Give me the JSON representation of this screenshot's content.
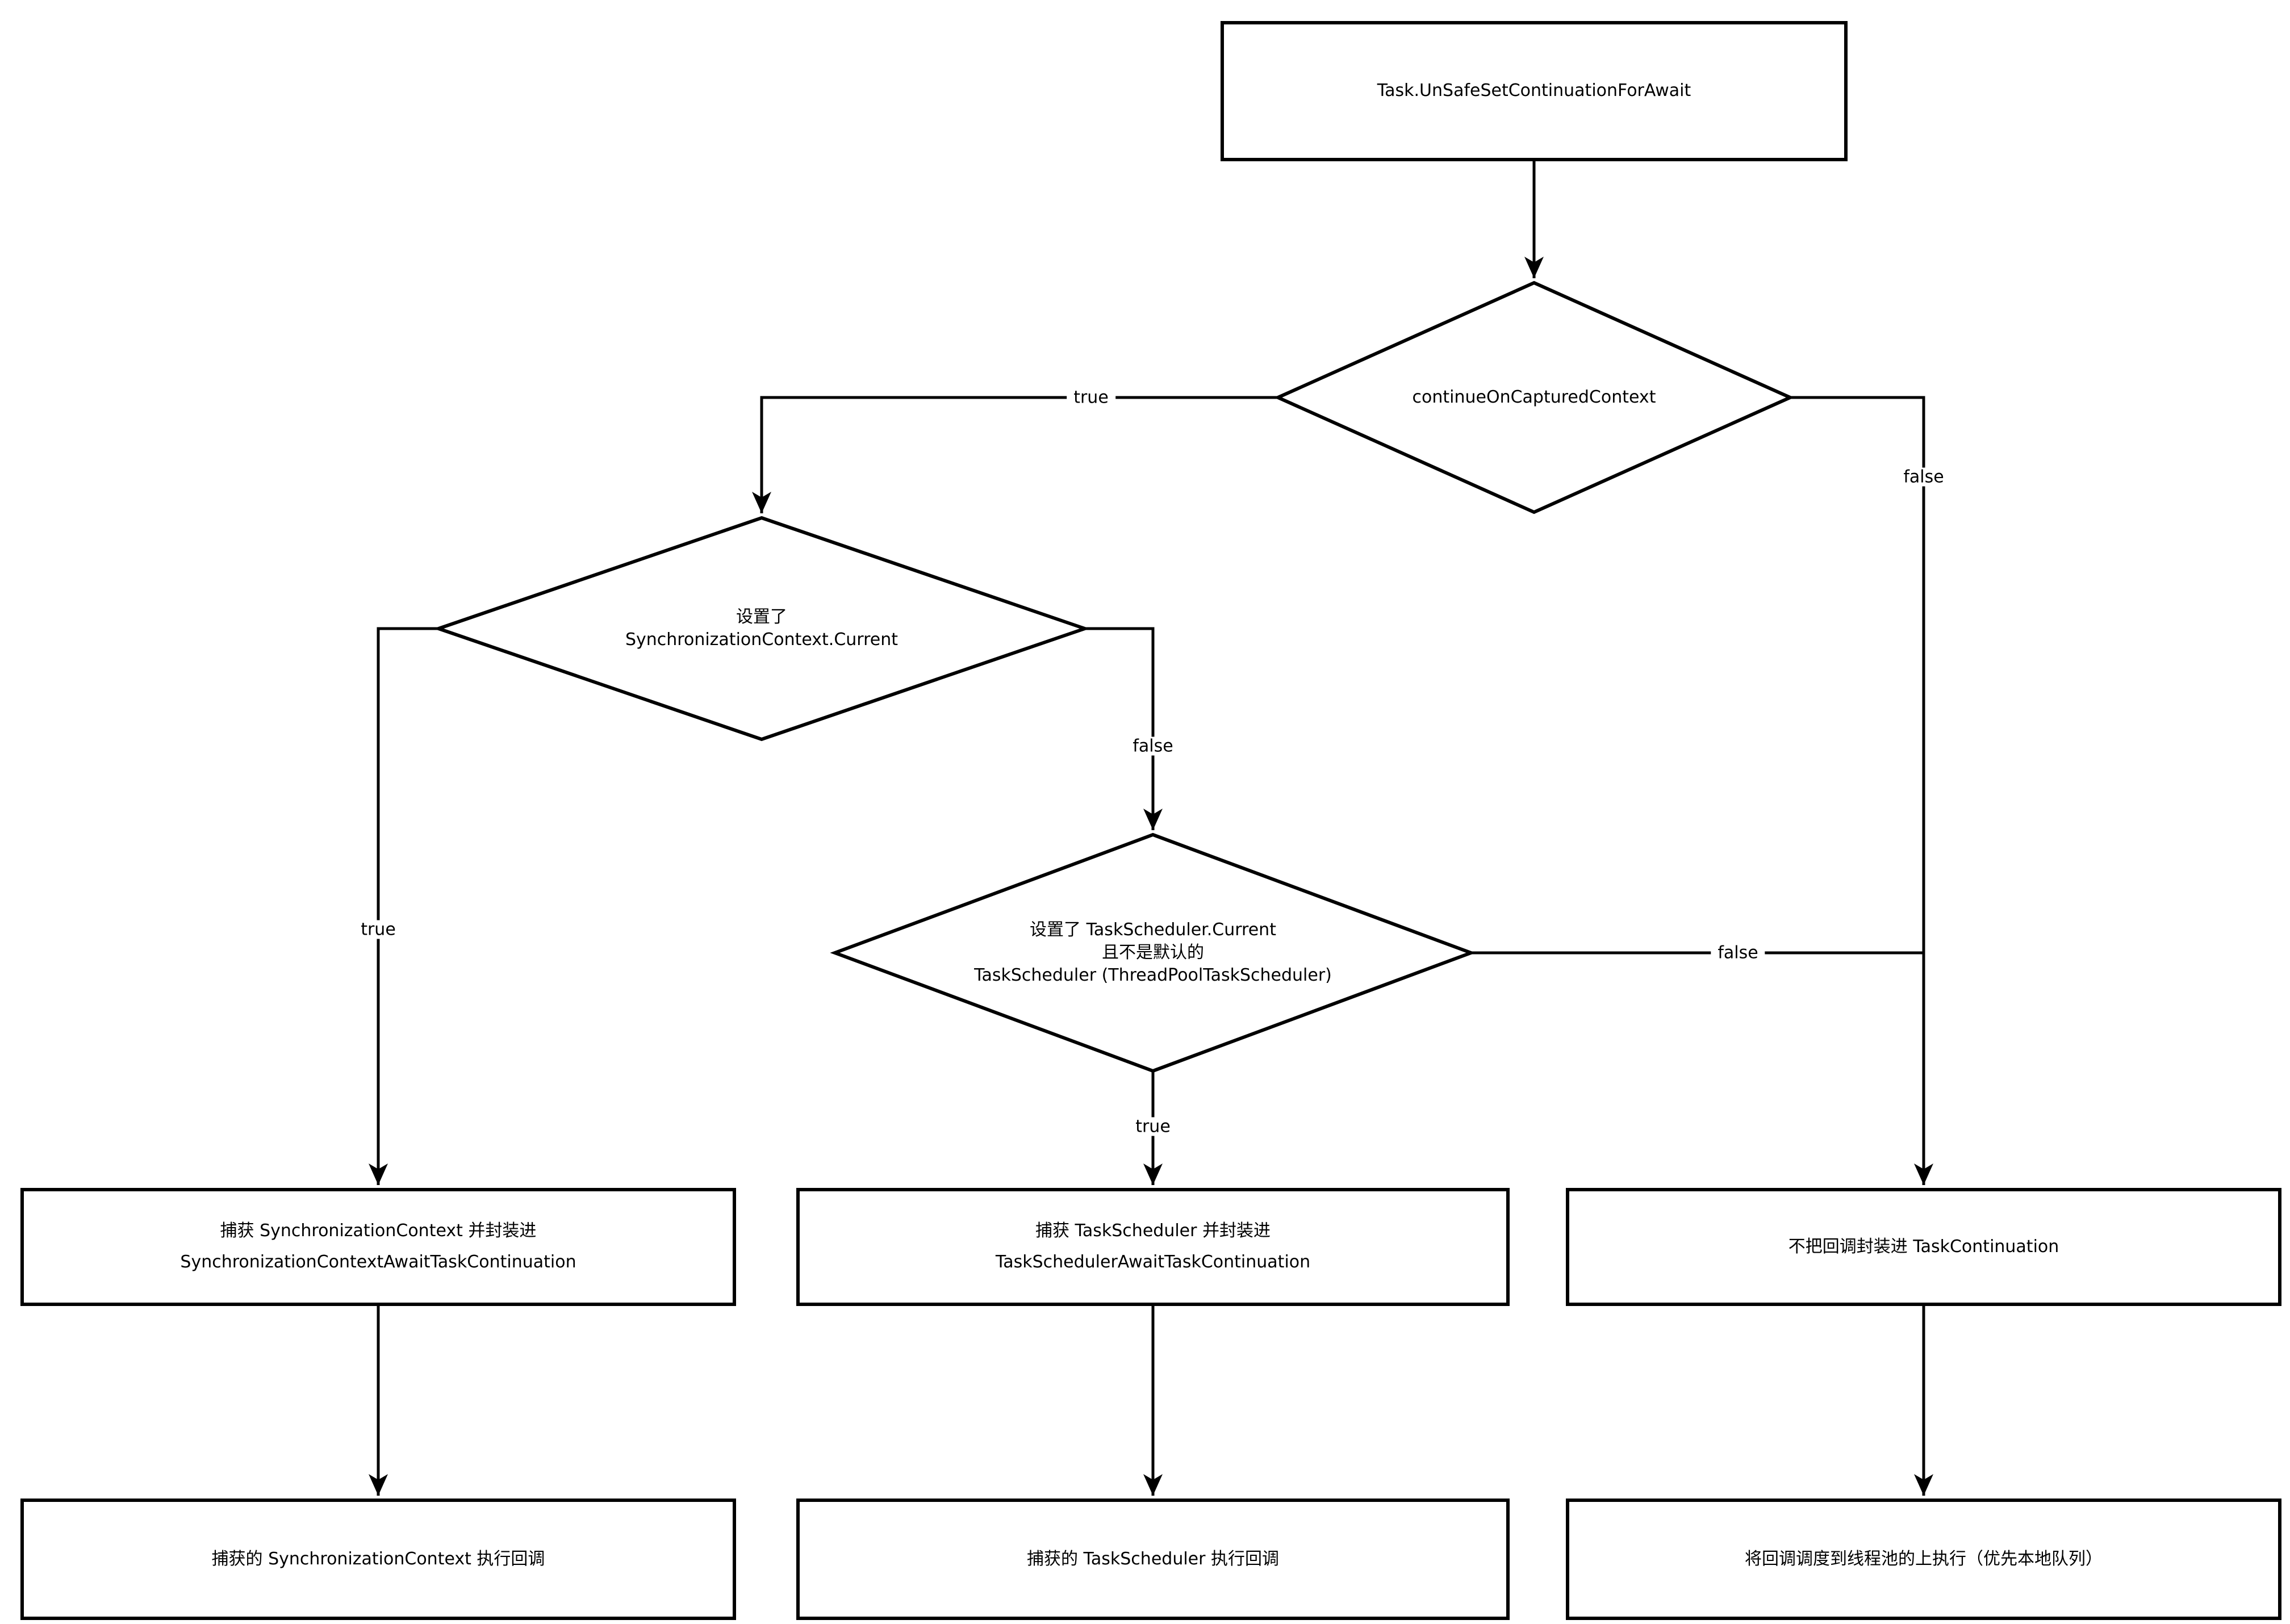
{
  "diagram": {
    "title": "Task.UnSafeSetContinuationForAwait flow",
    "colors": {
      "background": "#ffffff",
      "stroke": "#000000",
      "text": "#000000"
    },
    "nodes": {
      "start": {
        "label": "Task.UnSafeSetContinuationForAwait"
      },
      "decision_captured_context": {
        "label": "continueOnCapturedContext"
      },
      "decision_sync_context": {
        "lines": [
          "设置了",
          "SynchronizationContext.Current"
        ]
      },
      "decision_task_scheduler": {
        "lines": [
          "设置了 TaskScheduler.Current",
          "且不是默认的",
          "TaskScheduler (ThreadPoolTaskScheduler)"
        ]
      },
      "capture_sync_context": {
        "lines": [
          "捕获 SynchronizationContext 并封装进",
          "SynchronizationContextAwaitTaskContinuation"
        ]
      },
      "capture_task_scheduler": {
        "lines": [
          "捕获 TaskScheduler 并封装进",
          "TaskSchedulerAwaitTaskContinuation"
        ]
      },
      "no_wrap_continuation": {
        "label": "不把回调封装进 TaskContinuation"
      },
      "exec_sync_context": {
        "label": "捕获的 SynchronizationContext 执行回调"
      },
      "exec_task_scheduler": {
        "label": "捕获的 TaskScheduler 执行回调"
      },
      "schedule_thread_pool": {
        "label": "将回调调度到线程池的上执行（优先本地队列）"
      }
    },
    "edge_labels": {
      "captured_true": "true",
      "captured_false": "false",
      "sync_true": "true",
      "sync_false": "false",
      "scheduler_true": "true",
      "scheduler_false": "false"
    }
  }
}
